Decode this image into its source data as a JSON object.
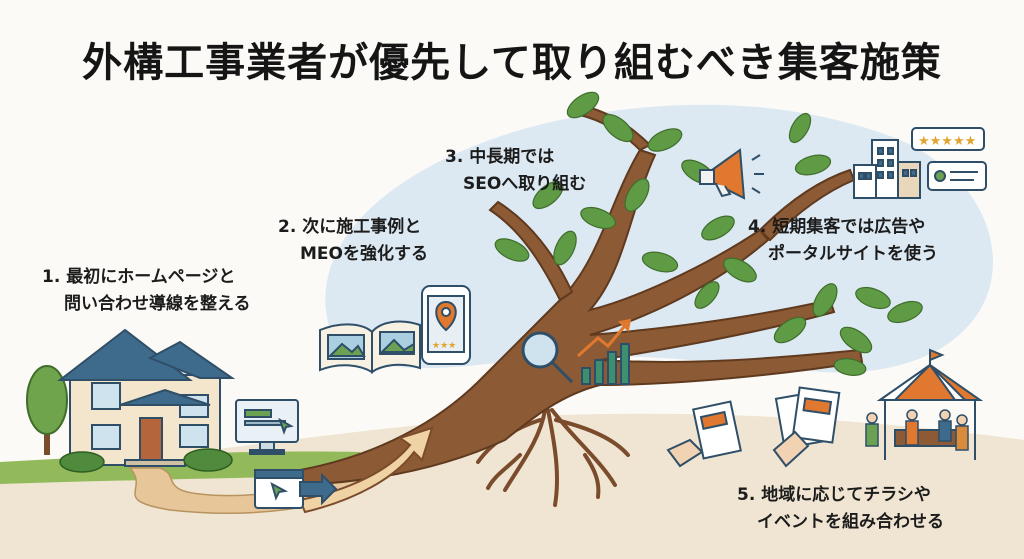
{
  "title": "外構工事業者が優先して取り組むべき集客施策",
  "steps": [
    {
      "line1": "1. 最初にホームページと",
      "line2": "問い合わせ導線を整える"
    },
    {
      "line1": "2. 次に施工事例と",
      "line2": "MEOを強化する"
    },
    {
      "line1": "3. 中長期では",
      "line2": "SEOへ取り組む"
    },
    {
      "line1": "4. 短期集客では広告や",
      "line2": "ポータルサイトを使う"
    },
    {
      "line1": "5. 地域に応じてチラシや",
      "line2": "イベントを組み合わせる"
    }
  ],
  "icons": [
    "house-icon",
    "computer-icon",
    "browser-icon",
    "book-icon",
    "smartphone-map-icon",
    "magnifier-icon",
    "bar-chart-icon",
    "megaphone-icon",
    "building-icon",
    "review-stars-icon",
    "flyer-icon",
    "event-tent-icon",
    "people-icon",
    "leaf-icon",
    "tree-icon",
    "roots-icon"
  ],
  "colors": {
    "background": "#fbfaf6",
    "sky": "#dce9f3",
    "ground": "#efe5d2",
    "grass": "#92b95a",
    "trunk": "#8c5a34",
    "leaf": "#5f9a44",
    "accent_orange": "#e0782f",
    "accent_navy": "#2f4f68"
  }
}
